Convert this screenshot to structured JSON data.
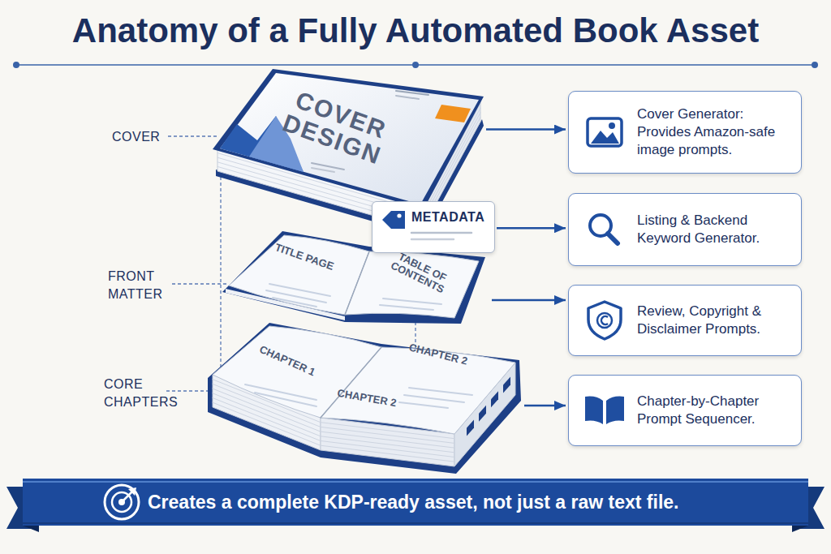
{
  "diagram": {
    "title": "Anatomy of a Fully Automated Book Asset",
    "caption": "Creates a complete KDP-ready asset, not just a raw text file.",
    "nodes": [
      {
        "text": [
          "COVER DESIGN"
        ]
      },
      {
        "text": [
          "METADATA"
        ]
      },
      {
        "text": [
          "TITLE PAGE",
          "TABLE OF CONTENTS"
        ]
      },
      {
        "text": [
          "CHAPTER 1",
          "CHAPTER 2",
          "CHAPTER 2"
        ]
      },
      {
        "text": [
          "Cover Generator: Provides Amazon-safe image prompts."
        ]
      },
      {
        "text": [
          "Listing & Backend Keyword Generator."
        ]
      },
      {
        "text": [
          "Review, Copyright & Disclaimer Prompts."
        ]
      },
      {
        "text": [
          "Chapter-by-Chapter Prompt Sequencer."
        ]
      }
    ],
    "edges": [
      {
        "from": 0,
        "to": 4,
        "arrow": "to"
      },
      {
        "from": 1,
        "to": 5,
        "arrow": "to"
      },
      {
        "from": 2,
        "to": 6,
        "arrow": "to"
      },
      {
        "from": 3,
        "to": 7,
        "arrow": "to"
      }
    ],
    "labels": [
      "COVER",
      "FRONT MATTER",
      "CORE CHAPTERS"
    ]
  }
}
